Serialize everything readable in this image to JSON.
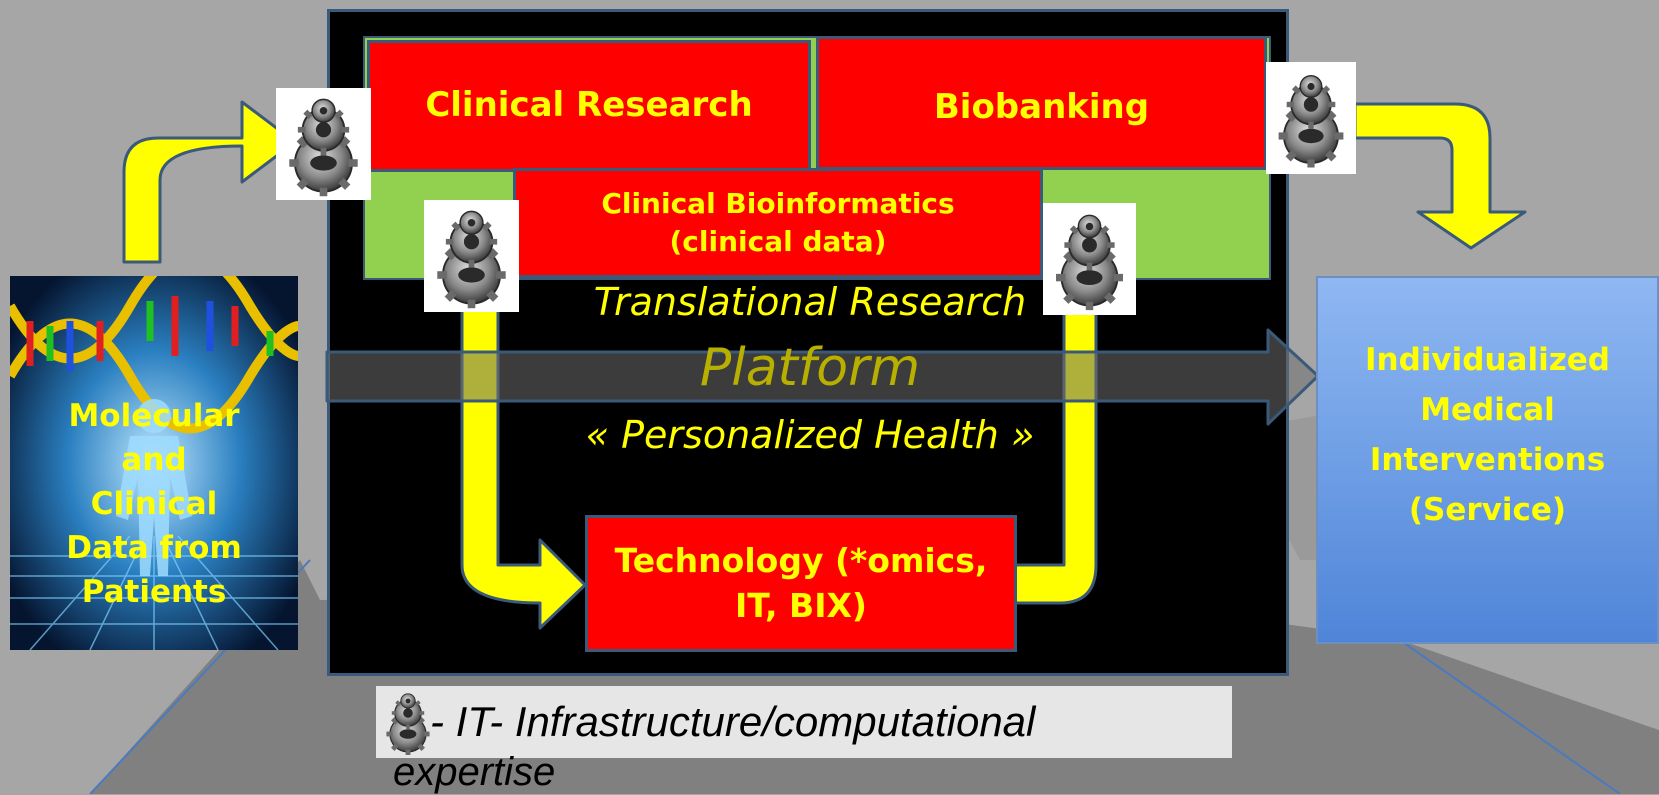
{
  "nodes": {
    "clinical_research": "Clinical Research",
    "biobanking": "Biobanking",
    "clinical_bioinformatics_line1": "Clinical Bioinformatics",
    "clinical_bioinformatics_line2": "(clinical data)",
    "technology_line1": "Technology (*omics,",
    "technology_line2": "IT, BIX)"
  },
  "platform": {
    "line1": "Translational Research",
    "line2": "Platform",
    "line3": "« Personalized Health »"
  },
  "input": {
    "lines": [
      "Molecular",
      "and",
      "Clinical",
      "Data from",
      "Patients"
    ]
  },
  "output": {
    "lines": [
      "Individualized",
      "Medical",
      "Interventions",
      "(Service)"
    ]
  },
  "legend": {
    "line1": "- IT- Infrastructure/computational",
    "line2": "expertise"
  },
  "colors": {
    "background": "#a6a6a6",
    "platform_box": "#000000",
    "node_fill": "#ff0000",
    "node_text": "#ffff00",
    "green_band": "#92d050",
    "output_box": "#6fa3e8",
    "arrow": "#ffff00"
  },
  "icons": [
    "gear-icon",
    "dna-helix-human-image"
  ]
}
